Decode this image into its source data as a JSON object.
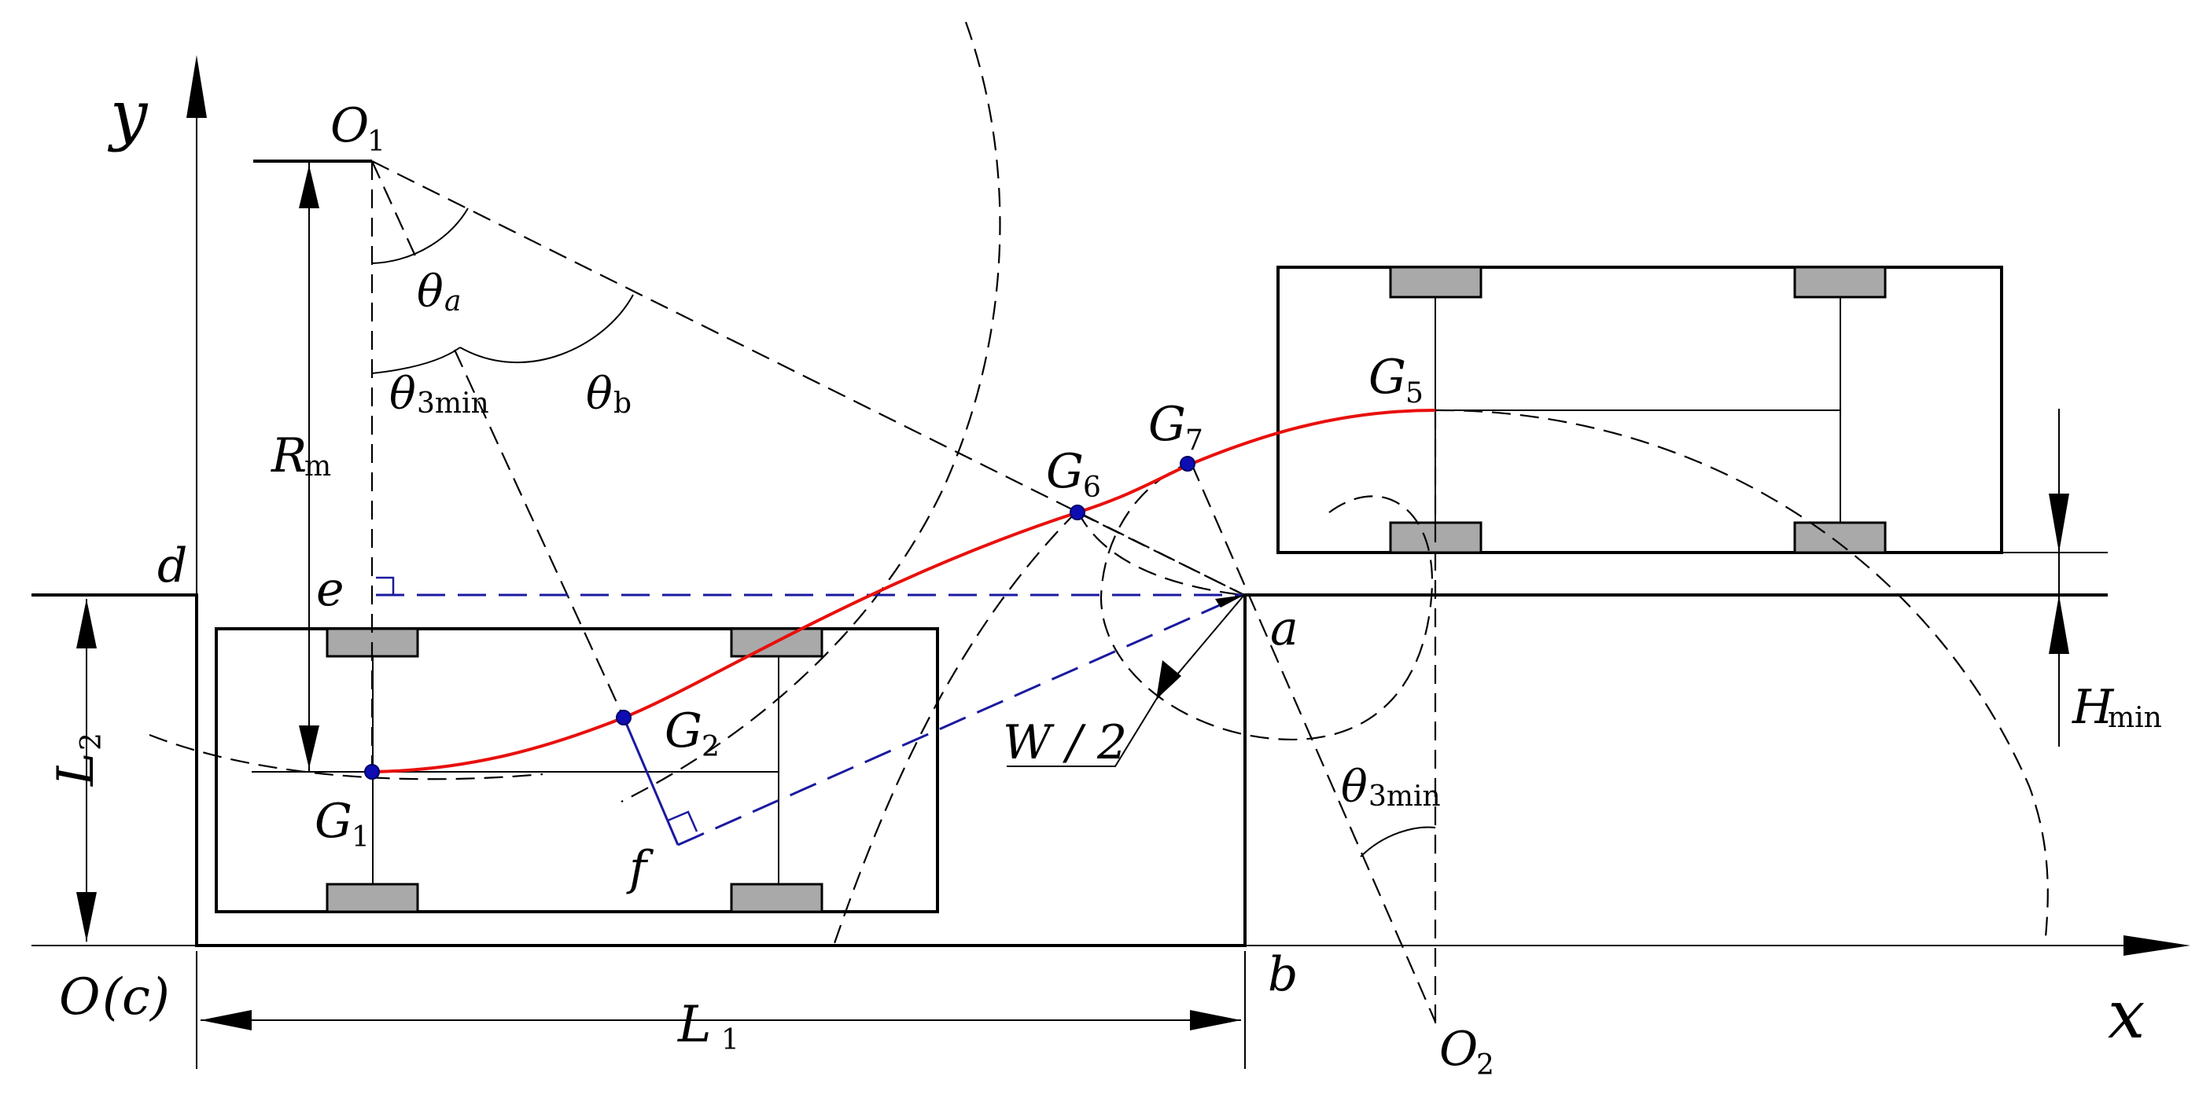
{
  "labels": {
    "y_axis": "y",
    "x_axis": "x",
    "origin": "O",
    "origin_alias": "(c)",
    "O1": "O",
    "O1_sub": "1",
    "O2": "O",
    "O2_sub": "2",
    "G1": "G",
    "G1_sub": "1",
    "G2": "G",
    "G2_sub": "2",
    "G5": "G",
    "G5_sub": "5",
    "G6": "G",
    "G6_sub": "6",
    "G7": "G",
    "G7_sub": "7",
    "a": "a",
    "b": "b",
    "d": "d",
    "e": "e",
    "f": "f",
    "Rm": "R",
    "Rm_sub": "m",
    "theta_a": "θ",
    "theta_a_sub": "a",
    "theta_b": "θ",
    "theta_b_sub": "b",
    "theta_3min": "θ",
    "theta_3min_sub": "3min",
    "theta_3min_2": "θ",
    "theta_3min_2_sub": "3min",
    "W2": "W / 2",
    "L1": "L",
    "L1_sub": "1",
    "L2": "L",
    "L2_sub": "2",
    "Hmin": "H",
    "Hmin_sub": "min"
  },
  "colors": {
    "trajectory": "#e8100c",
    "construction_blue": "#1a1aa0",
    "points": "#0d0db3",
    "wheels": "#a9a9a9"
  }
}
